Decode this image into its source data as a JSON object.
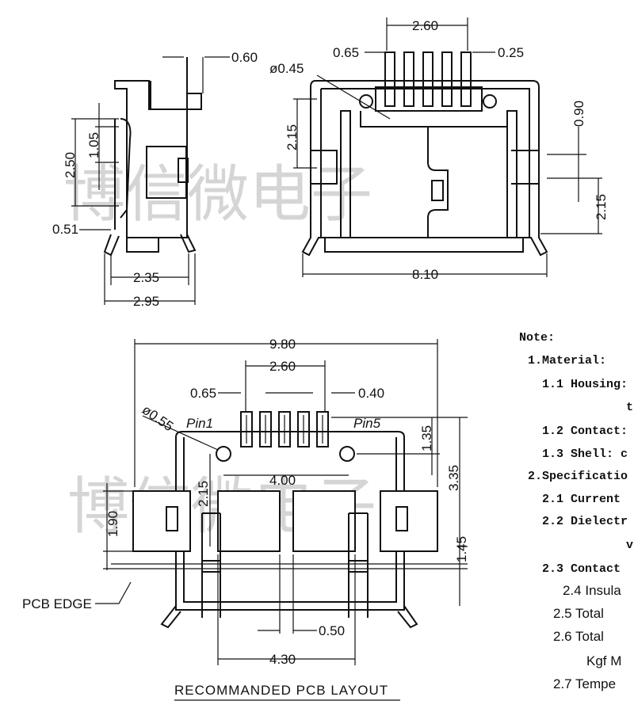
{
  "diagram": {
    "side_view": {
      "dims": [
        "0.60",
        "2.50",
        "1.05",
        "0.51",
        "2.35",
        "2.95"
      ]
    },
    "front_view": {
      "dims": [
        "2.60",
        "0.65",
        "0.25",
        "ø0.45",
        "2.15",
        "0.90",
        "2.15",
        "8.10"
      ]
    },
    "pcb_layout": {
      "dims": [
        "9.80",
        "2.60",
        "0.65",
        "0.40",
        "ø0.55",
        "1.35",
        "3.35",
        "4.00",
        "2.15",
        "1.90",
        "1.45",
        "0.50",
        "4.30"
      ],
      "pin1_label": "Pin1",
      "pin5_label": "Pin5",
      "pcb_edge_label": "PCB EDGE",
      "title": "RECOMMANDED PCB LAYOUT"
    },
    "watermark_top": "博信微电子",
    "watermark_bottom": "博信微电子"
  },
  "notes": {
    "heading": "Note:",
    "lines": [
      "1.Material:",
      "1.1 Housing:",
      "t",
      "1.2 Contact:",
      "1.3 Shell: c",
      "2.Specificatio",
      "2.1 Current",
      "2.2 Dielectr",
      "v",
      "2.3 Contact",
      "2.4 Insula",
      "2.5 Total",
      "2.6 Total",
      "Kgf M",
      "2.7 Tempe"
    ]
  }
}
